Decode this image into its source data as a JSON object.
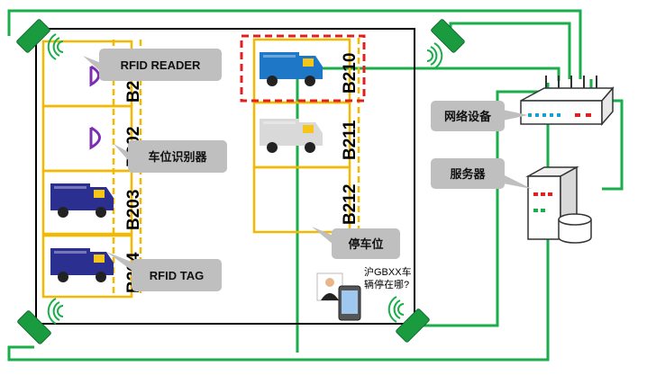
{
  "labels": {
    "rfid_reader": "RFID READER",
    "space_identifier": "车位识别器",
    "rfid_tag": "RFID TAG",
    "network_device": "网络设备",
    "server": "服务器",
    "parking_space": "停车位",
    "query_line1": "沪GBXX车",
    "query_line2": "辆停在哪?"
  },
  "bays": {
    "b201": "B201",
    "b202": "B202",
    "b203": "B203",
    "b204": "B204",
    "b210": "B210",
    "b211": "B211",
    "b212": "B212"
  },
  "colors": {
    "network_line": "#1aae4a",
    "bay_outline": "#f5b800",
    "highlight": "#e02020",
    "callout": "#bfbfbf",
    "car_blue": "#1f77c8",
    "car_navy": "#2b2f8f",
    "car_white": "#d9d9d9",
    "marker_purple": "#7b2fb0"
  },
  "icons": [
    "wifi-signal-icon",
    "rfid-reader-icon",
    "router-icon",
    "server-icon",
    "person-icon",
    "phone-icon",
    "car-icon"
  ]
}
